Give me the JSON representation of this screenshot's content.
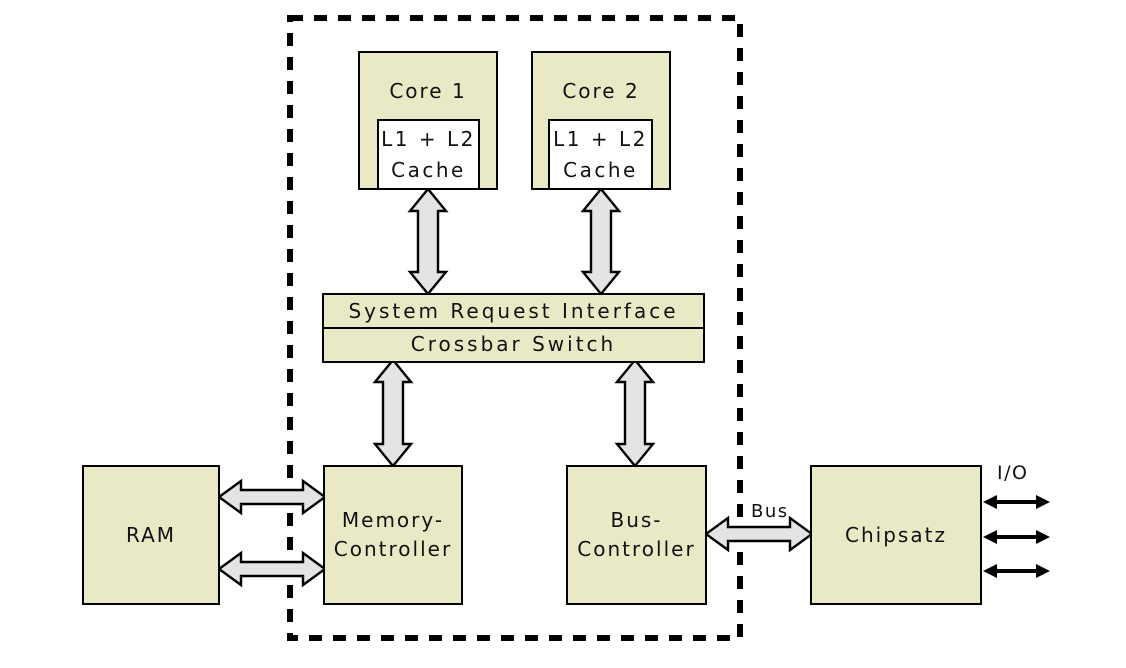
{
  "diagram": {
    "type": "block-diagram",
    "colors": {
      "box_fill": "#e9e9c6",
      "cache_fill": "#ffffff",
      "arrow_fill": "#e4e4e4",
      "outline": "#000000",
      "background": "#ffffff",
      "text": "#121212"
    },
    "boxes": {
      "core1": {
        "label": "Core 1"
      },
      "core2": {
        "label": "Core 2"
      },
      "cache1": {
        "line1": "L1 + L2",
        "line2": "Cache"
      },
      "cache2": {
        "line1": "L1 + L2",
        "line2": "Cache"
      },
      "system_request_interface": {
        "label": "System Request Interface"
      },
      "crossbar_switch": {
        "label": "Crossbar Switch"
      },
      "ram": {
        "label": "RAM"
      },
      "memory_controller": {
        "line1": "Memory-",
        "line2": "Controller"
      },
      "bus_controller": {
        "line1": "Bus-",
        "line2": "Controller"
      },
      "chipsatz": {
        "label": "Chipsatz"
      }
    },
    "labels": {
      "bus": "Bus",
      "io": "I/O"
    }
  }
}
